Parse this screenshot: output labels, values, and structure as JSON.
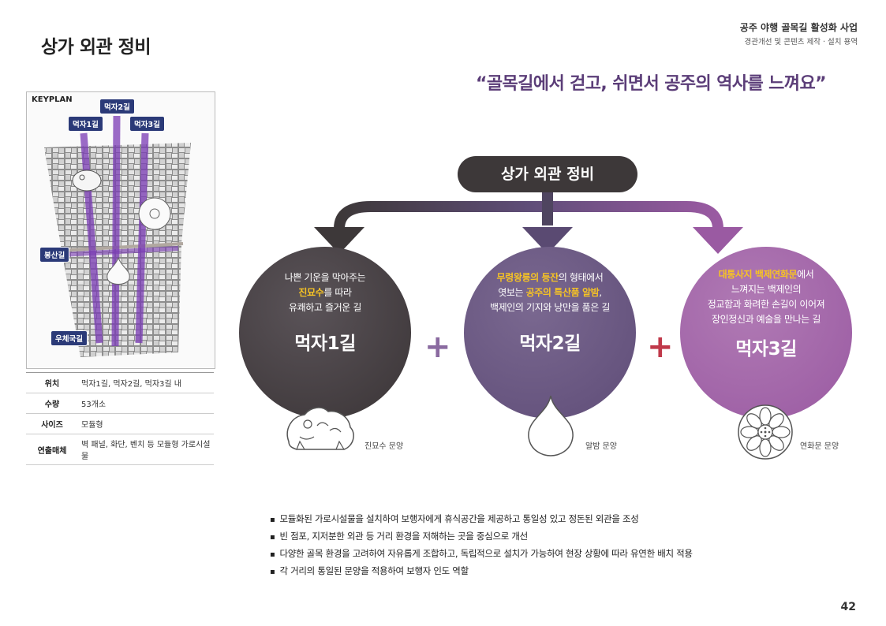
{
  "page": {
    "title": "상가 외관 정비",
    "project_name": "공주 야행 골목길 활성화 사업",
    "project_sub": "경관개선 및 콘텐츠 제작 · 설치 용역",
    "slogan": "“골목길에서 걷고, 쉬면서 공주의 역사를 느껴요”",
    "page_number": "42"
  },
  "keyplan": {
    "label": "KEYPLAN",
    "pins": {
      "street2": "먹자2길",
      "street1": "먹자1길",
      "street3": "먹자3길",
      "bongsan": "봉산길",
      "post": "우체국길"
    }
  },
  "info": [
    {
      "key": "위치",
      "value": "먹자1길, 먹자2길, 먹자3길 내"
    },
    {
      "key": "수량",
      "value": "53개소"
    },
    {
      "key": "사이즈",
      "value": "모듈형"
    },
    {
      "key": "연출매체",
      "value": "벽 패널, 화단, 벤치 등 모듈형 가로시설물"
    }
  ],
  "diagram": {
    "root": "상가 외관 정비",
    "circles": [
      {
        "name": "먹자1길",
        "line1_a": "나쁜 기운을 막아주는",
        "line2_hl": "진묘수",
        "line2_b": "를 따라",
        "line3": "유쾌하고 즐거운 길",
        "pattern": "진묘수 문양"
      },
      {
        "name": "먹자2길",
        "line1_hl": "무령왕릉의 등잔",
        "line1_b": "의 형태에서",
        "line2_a": "엿보는 ",
        "line2_hl": "공주의 특산품 알밤",
        "line2_b": ",",
        "line3": "백제인의 기지와 낭만을 품은 길",
        "pattern": "알밤 문양"
      },
      {
        "name": "먹자3길",
        "line1_hl": "대통사지 백제연화문",
        "line1_b": "에서",
        "line2": "느껴지는 백제인의",
        "line3": "정교함과 화려한 손길이 이어져",
        "line4": "장인정신과 예술을 만나는 길",
        "pattern": "연화문 문양"
      }
    ],
    "plus": "+",
    "colors": {
      "dark": "#3d3839",
      "mid": "#5f4d78",
      "light": "#9a5aa2",
      "highlight": "#f6c324"
    }
  },
  "bullets": [
    "모듈화된 가로시설물을 설치하여 보행자에게 휴식공간을 제공하고 통일성 있고 정돈된 외관을 조성",
    "빈 점포, 지저분한 외관 등 거리 환경을 저해하는 곳을 중심으로 개선",
    "다양한 골목 환경을 고려하여 자유롭게 조합하고, 독립적으로 설치가 가능하여 현장 상황에 따라 유연한 배치 적용",
    "각 거리의 통일된 문양을 적용하여 보행자 인도 역할"
  ]
}
